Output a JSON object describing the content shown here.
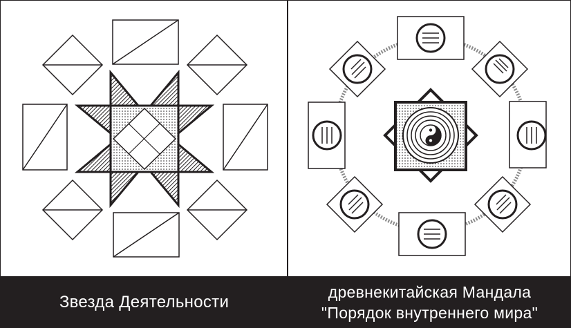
{
  "panels": [
    {
      "caption_lines": [
        "Звезда Деятельности"
      ],
      "description": "star of activity diagram"
    },
    {
      "caption_lines": [
        "древнекитайская Мандала",
        "\"Порядок внутреннего мира\""
      ],
      "description": "ancient chinese mandala diagram"
    }
  ],
  "colors": {
    "ink": "#231f20",
    "paper": "#ffffff",
    "caption_background": "#231f20",
    "caption_text": "#ffffff",
    "hatch": "#8a8a8a"
  },
  "icons": {
    "left": [
      "star-of-activity-icon",
      "rectangle-frame-icon",
      "diamond-frame-icon"
    ],
    "right": [
      "yin-yang-icon",
      "trigram-circle-icon",
      "mandala-ring-icon"
    ]
  }
}
